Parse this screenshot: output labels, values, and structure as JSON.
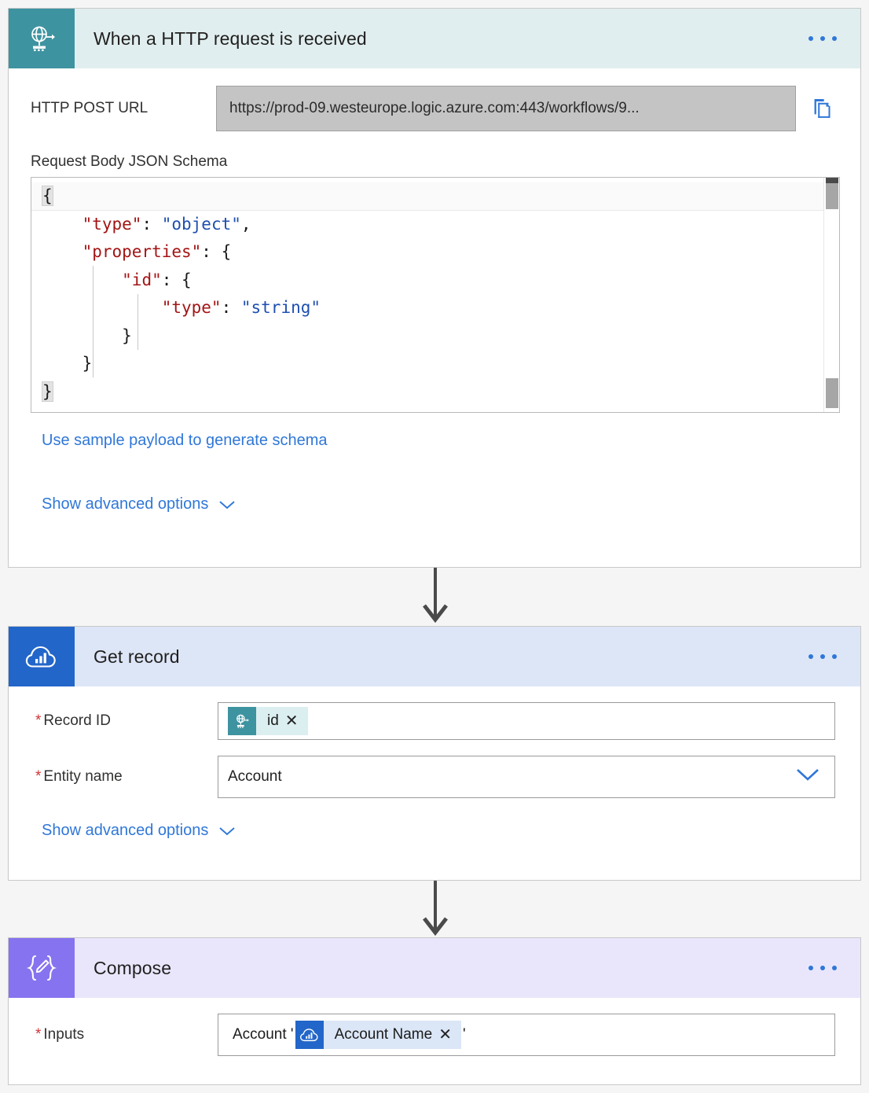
{
  "workflow": {
    "steps": [
      {
        "id": "http-trigger",
        "title": "When a HTTP request is received",
        "icon": "globe-http-icon",
        "header_bg": "#e1eeef",
        "icon_bg": "#3e93a0",
        "menu": "more-options",
        "fields": {
          "post_url_label": "HTTP POST URL",
          "post_url_value": "https://prod-09.westeurope.logic.azure.com:443/workflows/9...",
          "copy_icon": "copy-icon",
          "schema_label": "Request Body JSON Schema"
        },
        "schema_lines": [
          {
            "indent": 0,
            "tokens": [
              {
                "t": "{",
                "c": "pun brace"
              }
            ]
          },
          {
            "indent": 1,
            "tokens": [
              {
                "t": "\"type\"",
                "c": "key"
              },
              {
                "t": ": ",
                "c": "pun"
              },
              {
                "t": "\"object\"",
                "c": "str"
              },
              {
                "t": ",",
                "c": "pun"
              }
            ]
          },
          {
            "indent": 1,
            "tokens": [
              {
                "t": "\"properties\"",
                "c": "key"
              },
              {
                "t": ": {",
                "c": "pun"
              }
            ]
          },
          {
            "indent": 2,
            "tokens": [
              {
                "t": "\"id\"",
                "c": "key"
              },
              {
                "t": ": {",
                "c": "pun"
              }
            ]
          },
          {
            "indent": 3,
            "tokens": [
              {
                "t": "\"type\"",
                "c": "key"
              },
              {
                "t": ": ",
                "c": "pun"
              },
              {
                "t": "\"string\"",
                "c": "str"
              }
            ]
          },
          {
            "indent": 2,
            "tokens": [
              {
                "t": "}",
                "c": "pun"
              }
            ]
          },
          {
            "indent": 1,
            "tokens": [
              {
                "t": "}",
                "c": "pun"
              }
            ]
          },
          {
            "indent": 0,
            "tokens": [
              {
                "t": "}",
                "c": "pun brace"
              }
            ]
          }
        ],
        "schema_raw": "{\n    \"type\": \"object\",\n    \"properties\": {\n        \"id\": {\n            \"type\": \"string\"\n        }\n    }\n}",
        "links": {
          "sample_payload": "Use sample payload to generate schema",
          "advanced": "Show advanced options"
        }
      },
      {
        "id": "get-record",
        "title": "Get record",
        "icon": "dynamics365-cloud-icon",
        "header_bg": "#dde6f7",
        "icon_bg": "#2266c9",
        "menu": "more-options",
        "fields": {
          "record_id_label": "Record ID",
          "record_id_token": "id",
          "record_id_token_icon": "globe-http-icon",
          "entity_name_label": "Entity name",
          "entity_name_value": "Account",
          "entity_dropdown_icon": "chevron-down-icon"
        },
        "links": {
          "advanced": "Show advanced options"
        }
      },
      {
        "id": "compose",
        "title": "Compose",
        "icon": "compose-braces-pencil-icon",
        "header_bg": "#e9e6fc",
        "icon_bg": "#8673ef",
        "menu": "more-options",
        "fields": {
          "inputs_label": "Inputs",
          "inputs_prefix": "Account '",
          "inputs_token": "Account Name",
          "inputs_token_icon": "dynamics365-cloud-icon",
          "inputs_suffix": "'"
        }
      }
    ],
    "required_marker": "*",
    "token_remove_glyph": "✕",
    "connector_icon": "down-arrow-connector"
  },
  "colors": {
    "link": "#2f77d8",
    "required": "#d13438",
    "json_key": "#a31515",
    "json_string": "#1e4fb0",
    "canvas": "#f5f5f5"
  }
}
